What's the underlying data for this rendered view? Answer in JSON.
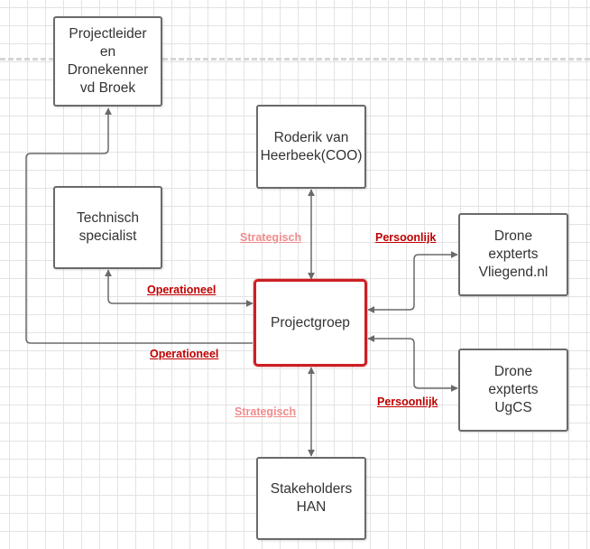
{
  "colors": {
    "edge": "#6a6a6a",
    "center_border": "#cc1f24",
    "label_dark": "#c00000",
    "label_light": "#f08c8c"
  },
  "nodes": {
    "projectleider": "Projectleider\nen\nDronekenner\nvd Broek",
    "roderik": "Roderik van\nHeerbeek(COO)",
    "technisch": "Technisch\nspecialist",
    "projectgroep": "Projectgroep",
    "vliegend": "Drone\nexpterts\nVliegend.nl",
    "ugcs": "Drone\nexpterts\nUgCS",
    "stakeholders": "Stakeholders\nHAN"
  },
  "labels": {
    "strategisch_top": "Strategisch",
    "persoonlijk_top": "Persoonlijk",
    "operationeel_top": "Operationeel",
    "operationeel_bottom": "Operationeel",
    "persoonlijk_bottom": "Persoonlijk",
    "strategisch_bottom": "Strategisch"
  }
}
